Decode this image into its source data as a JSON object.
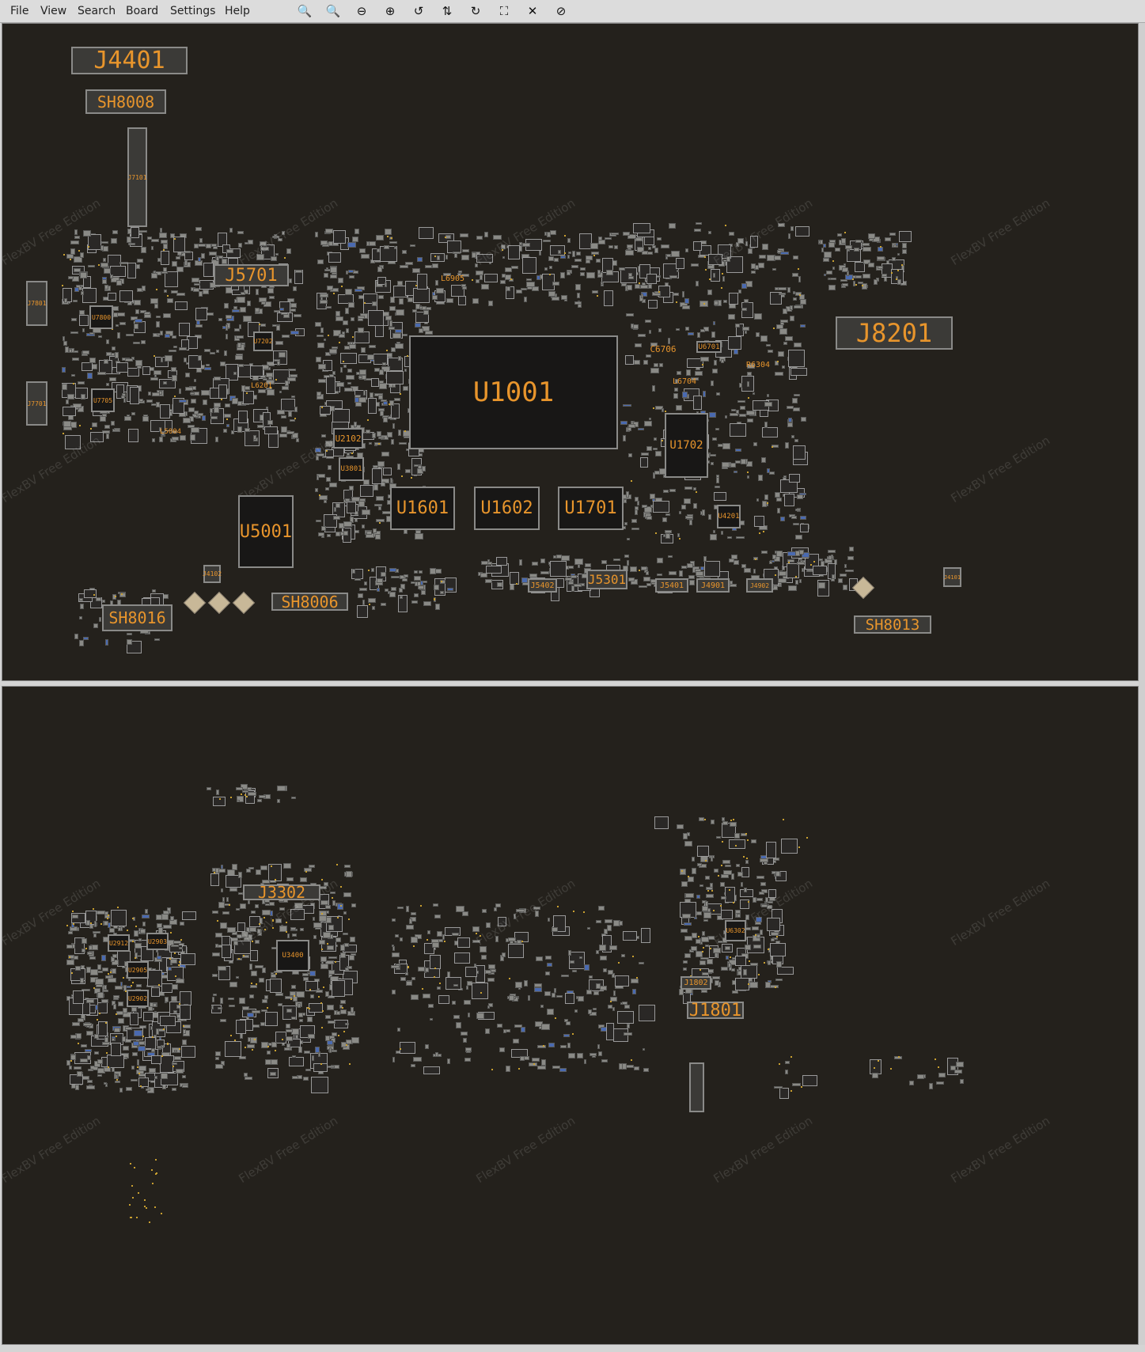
{
  "menu": [
    "File",
    "View",
    "Search",
    "Board",
    "Settings",
    "Help"
  ],
  "toolbar": [
    {
      "name": "zoom-out-icon",
      "glyph": "🔍"
    },
    {
      "name": "zoom-in-icon",
      "glyph": "🔍"
    },
    {
      "name": "minus-circle-icon",
      "glyph": "⊖"
    },
    {
      "name": "plus-circle-icon",
      "glyph": "⊕"
    },
    {
      "name": "rotate-ccw-icon",
      "glyph": "↺"
    },
    {
      "name": "flip-icon",
      "glyph": "⇅"
    },
    {
      "name": "rotate-cw-icon",
      "glyph": "↻"
    },
    {
      "name": "fit-screen-icon",
      "glyph": "⛶"
    },
    {
      "name": "close-icon",
      "glyph": "✕"
    },
    {
      "name": "hide-icon",
      "glyph": "⊘"
    }
  ],
  "watermark": "FlexBV Free Edition",
  "top_labels": {
    "J4401": "J4401",
    "SH8008": "SH8008",
    "J7101": "J7101",
    "J5701": "J5701",
    "J7801": "J7801",
    "J7701": "J7701",
    "U7800": "U7800",
    "U7705": "U7705",
    "U7202": "U7202",
    "L6201": "L6201",
    "L5004": "L5004",
    "U1001": "U1001",
    "L6905": "L6905",
    "J8201": "J8201",
    "C6706": "C6706",
    "U6701": "U6701",
    "R6304": "R6304",
    "L6704": "L6704",
    "U1702": "U1702",
    "U2102": "U2102",
    "U3801": "U3801",
    "U1601": "U1601",
    "U1602": "U1602",
    "U1701": "U1701",
    "U4201": "U4201",
    "U5001": "U5001",
    "J4102": "J4102",
    "SH8016": "SH8016",
    "SH8006": "SH8006",
    "J5402": "J5402",
    "J5301": "J5301",
    "J5401": "J5401",
    "J4901": "J4901",
    "J4902": "J4902",
    "J4101": "J4101",
    "SH8013": "SH8013"
  },
  "bottom_labels": {
    "J3302": "J3302",
    "U2912": "U2912",
    "U2903": "U2903",
    "U2905": "U2905",
    "U2902": "U2902",
    "U3400": "U3400",
    "U6302": "U6302",
    "J1802": "J1802",
    "J1801": "J1801"
  }
}
